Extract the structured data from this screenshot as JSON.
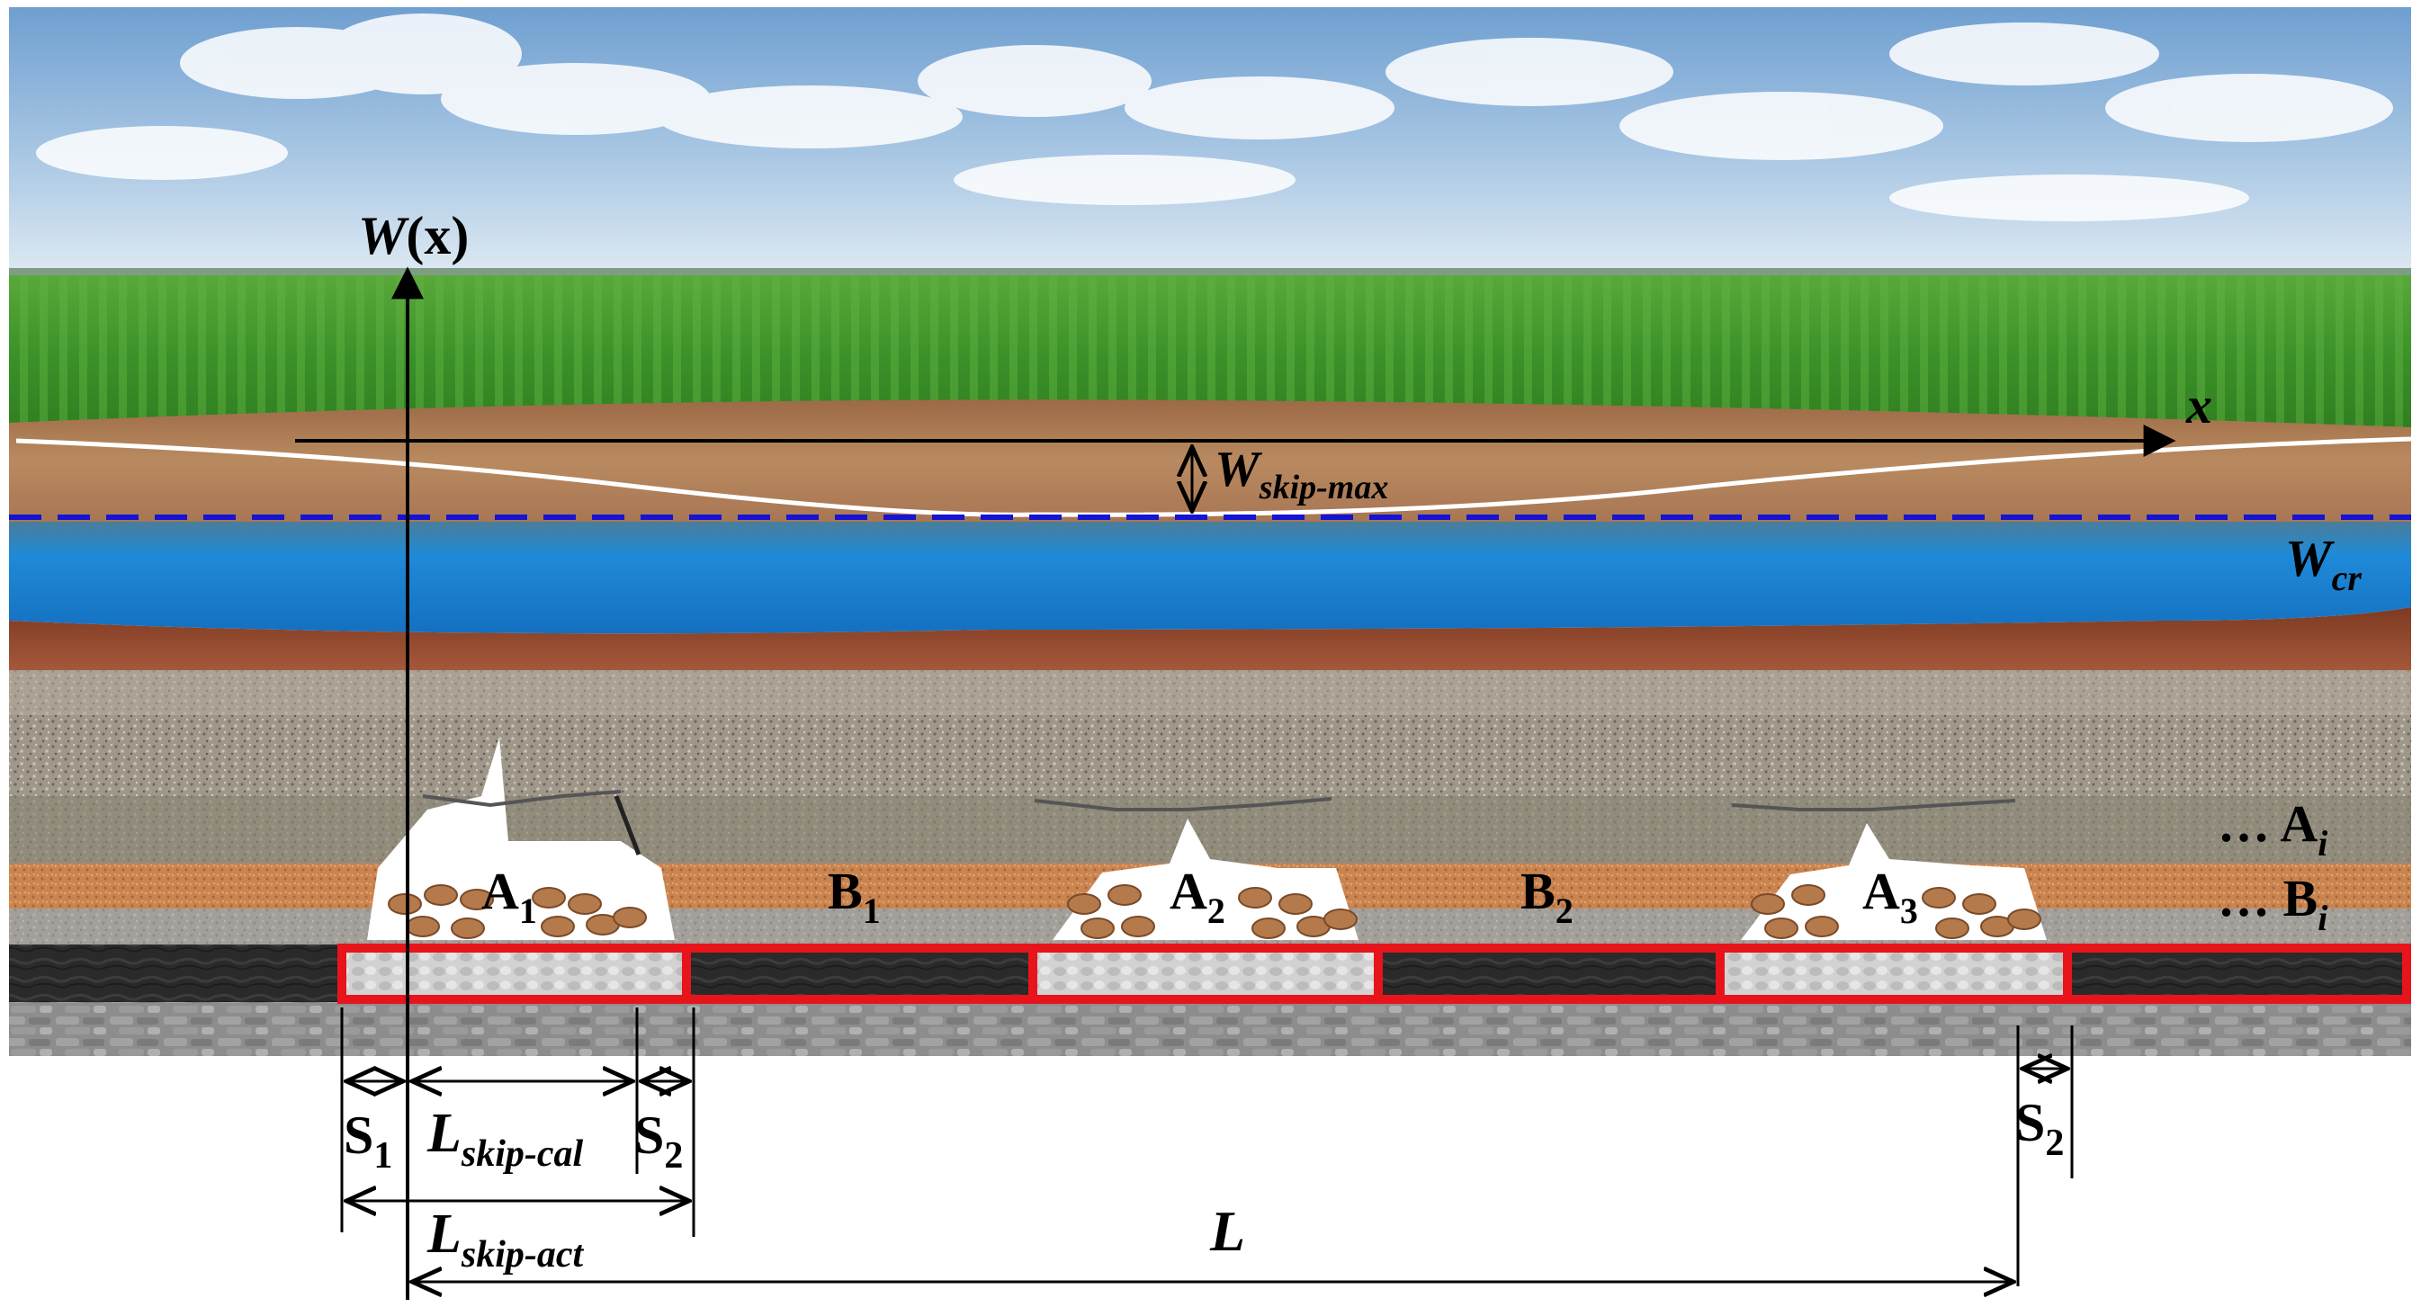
{
  "labels": {
    "w_axis": {
      "main": "W",
      "paren": "(x)"
    },
    "x_axis": "x",
    "w_skip_max": {
      "main": "W",
      "sub": "skip-max"
    },
    "w_cr": {
      "main": "W",
      "sub": "cr"
    },
    "a1": {
      "main": "A",
      "sub": "1"
    },
    "a2": {
      "main": "A",
      "sub": "2"
    },
    "a3": {
      "main": "A",
      "sub": "3"
    },
    "b1": {
      "main": "B",
      "sub": "1"
    },
    "b2": {
      "main": "B",
      "sub": "2"
    },
    "ai": {
      "prefix": "… ",
      "main": "A",
      "sub": "i"
    },
    "bi": {
      "prefix": "… ",
      "main": "B",
      "sub": "i"
    },
    "s1": {
      "main": "S",
      "sub": "1"
    },
    "s2_left": {
      "main": "S",
      "sub": "2"
    },
    "s2_right": {
      "main": "S",
      "sub": "2"
    },
    "l_skip_cal": {
      "main": "L",
      "sub": "skip-cal"
    },
    "l_skip_act": {
      "main": "L",
      "sub": "skip-act"
    },
    "l_total": "L"
  },
  "colors": {
    "sky_top": "#6f9fd0",
    "sky_horizon": "#d7e6f2",
    "field": "#3f9a2c",
    "topsoil": "#b07a52",
    "aquifer": "#1d86d6",
    "red_clay": "#9a4a2a",
    "gravel": "#a39a8c",
    "rock": "#8a8474",
    "sandstone": "#c98450",
    "coal_seam": "#2a2a2a",
    "floor": "#8f8f8f",
    "mining_outline": "#e8141b",
    "critical_level_line": "#1414d2",
    "subsidence_curve": "#ffffff"
  },
  "icons": [
    "cloud-shape",
    "crop-row-pattern",
    "rubble-pile",
    "fracture-crack"
  ]
}
